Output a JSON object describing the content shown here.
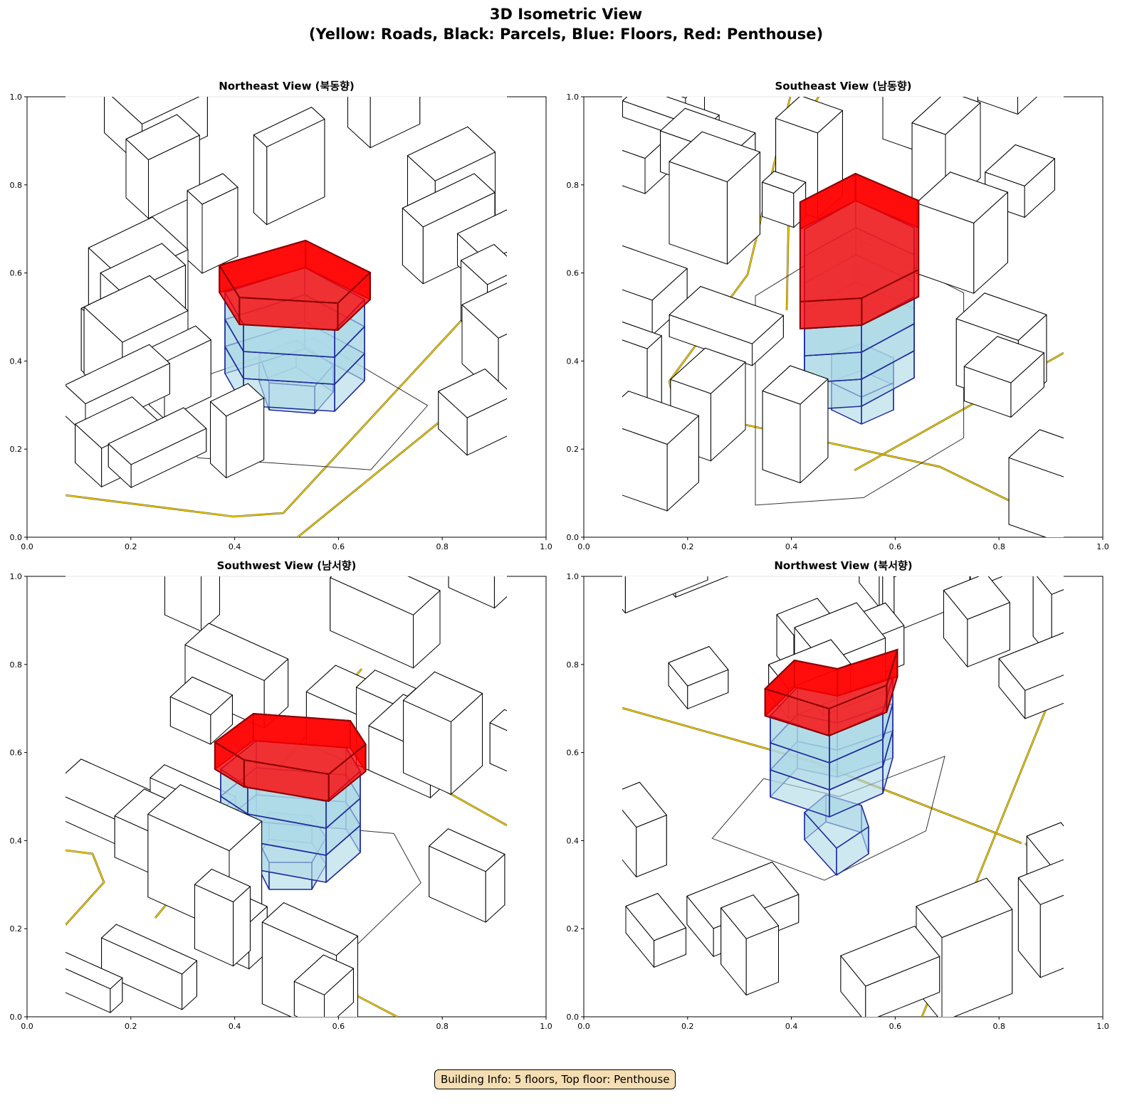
{
  "title_line1": "3D Isometric View",
  "title_line2": "(Yellow: Roads, Black: Parcels, Blue: Floors, Red: Penthouse)",
  "info_box": "Building Info: 5 floors, Top floor: Penthouse",
  "chart_data": {
    "type": "3d-isometric",
    "legend": {
      "roads": "#ffd700",
      "parcels": "#000000",
      "floors": "#add8e6",
      "penthouse": "#ff0000"
    },
    "building": {
      "floors": 5,
      "top_floor": "Penthouse"
    },
    "xlim": [
      0,
      1
    ],
    "ylim": [
      0,
      1
    ],
    "xticks": [
      "0.0",
      "0.2",
      "0.4",
      "0.6",
      "0.8",
      "1.0"
    ],
    "yticks": [
      "0.0",
      "0.2",
      "0.4",
      "0.6",
      "0.8",
      "1.0"
    ],
    "panels": [
      {
        "title": "Northeast View (북동향)",
        "view": "NE"
      },
      {
        "title": "Southeast View (남동향)",
        "view": "SE"
      },
      {
        "title": "Southwest View (남서향)",
        "view": "SW"
      },
      {
        "title": "Northwest View (북서향)",
        "view": "NW"
      }
    ]
  }
}
